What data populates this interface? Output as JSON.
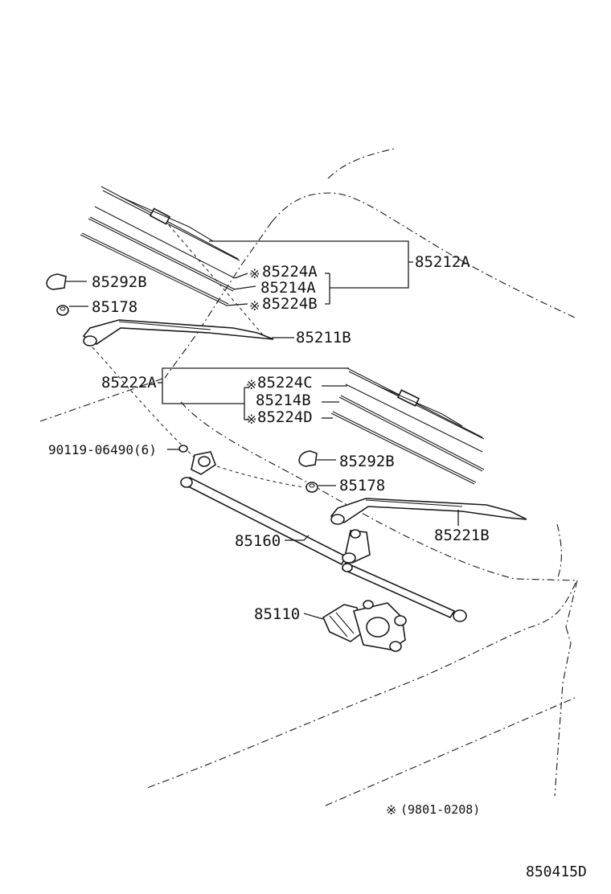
{
  "labels": {
    "p85212A": "85212A",
    "p85224A": "85224A",
    "p85214A": "85214A",
    "p85224B": "85224B",
    "p85292B_top": "85292B",
    "p85178_top": "85178",
    "p85211B": "85211B",
    "p85222A": "85222A",
    "p85224C": "85224C",
    "p85214B": "85214B",
    "p85224D": "85224D",
    "p90119": "90119-06490(6)",
    "p85292B_bot": "85292B",
    "p85178_bot": "85178",
    "p85221B": "85221B",
    "p85160": "85160",
    "p85110": "85110"
  },
  "marker_symbol": "※",
  "footnote": {
    "symbol": "※",
    "text": "(9801-0208)"
  },
  "diagram_code": "850415D"
}
